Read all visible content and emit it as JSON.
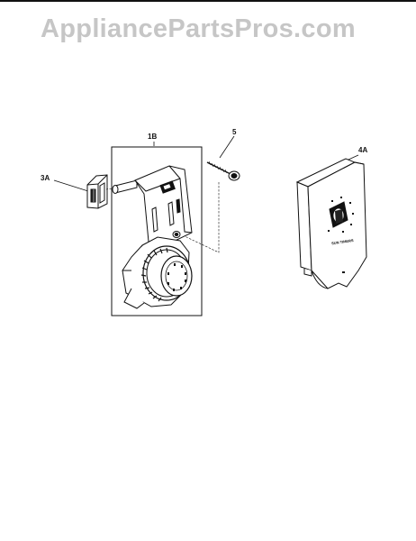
{
  "watermark": "AppliancePartsPros.com",
  "parts": {
    "p1b": "1B",
    "p3a": "3A",
    "p5": "5",
    "p4a": "4A"
  },
  "panel_text": "SUN TIMERS",
  "colors": {
    "ink": "#111111",
    "watermark": "#c6c6c6",
    "paper": "#ffffff"
  }
}
